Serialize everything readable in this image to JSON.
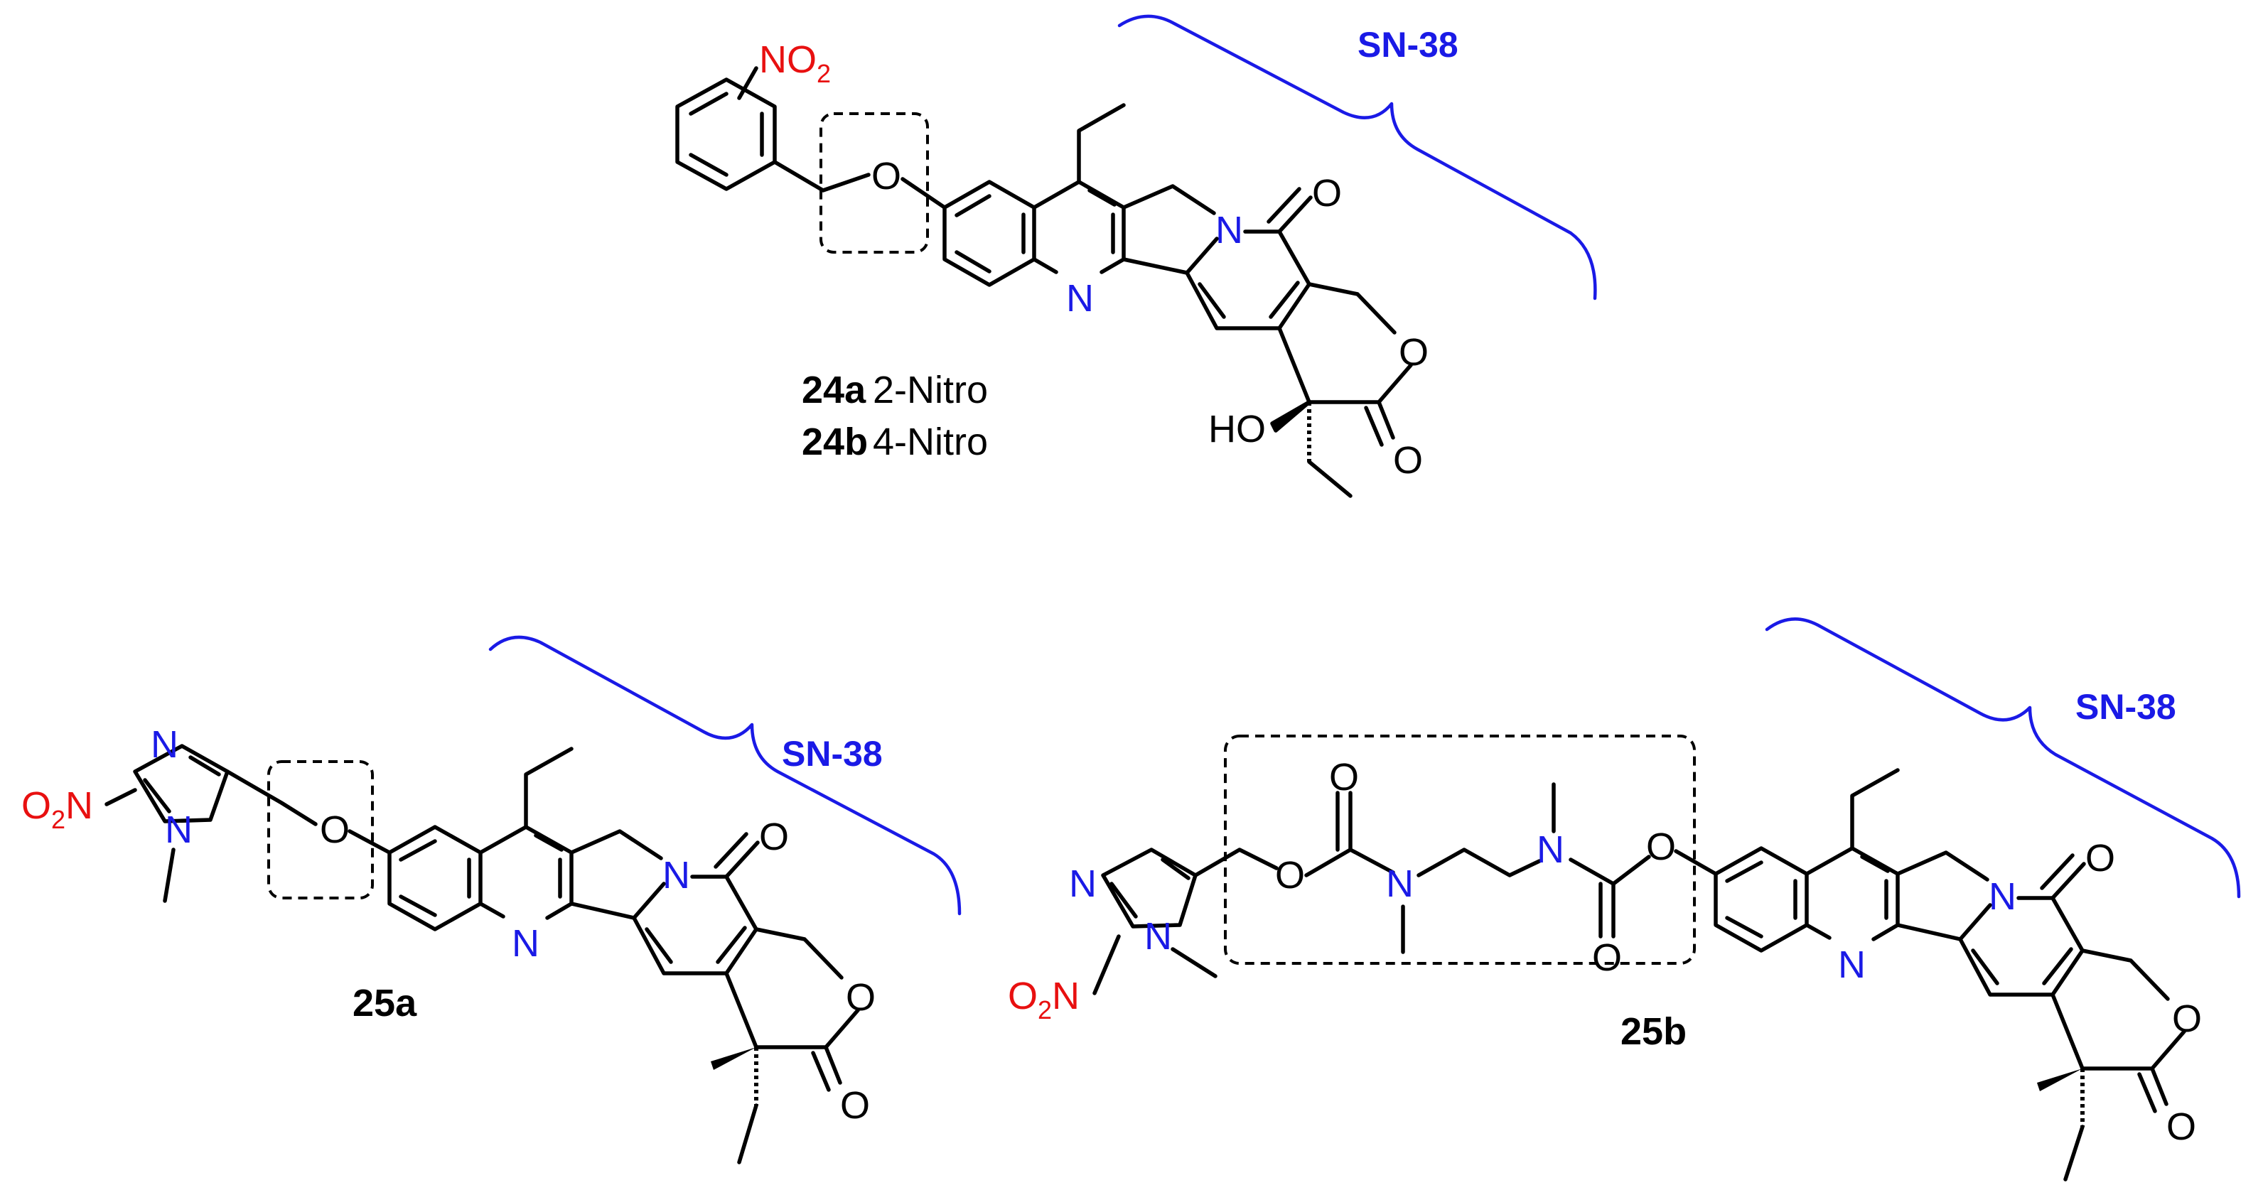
{
  "fragment_label": "SN-38",
  "compounds": {
    "c24a": {
      "id": "24a",
      "variant": "2-Nitro"
    },
    "c24b": {
      "id": "24b",
      "variant": "4-Nitro"
    },
    "c25a": {
      "id": "25a"
    },
    "c25b": {
      "id": "25b"
    }
  },
  "atoms": {
    "O": "O",
    "N": "N",
    "HO": "HO",
    "NO": "NO",
    "O_sub": "O",
    "two": "2",
    "N_red": "N"
  },
  "colors": {
    "brace": "#1a1ae6",
    "hetero_n": "#1a1ae6",
    "nitro": "#e81010"
  }
}
